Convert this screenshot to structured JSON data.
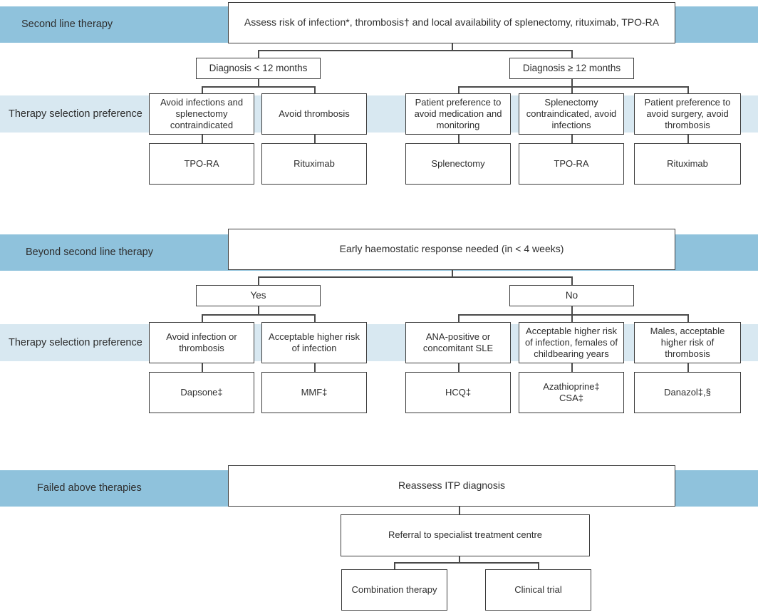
{
  "title": "ITP therapy flowchart",
  "colors": {
    "band_blue": "#8fc2dc",
    "band_light": "#d8e8f1",
    "box_border": "#3d3d3d",
    "connector": "#4a4a4a",
    "text": "#2e2e2e",
    "box_background": "#ffffff"
  },
  "sections": {
    "second_line": {
      "band_label": "Second line therapy",
      "selection_band_label": "Therapy selection preference",
      "root": "Assess risk of infection*, thrombosis† and local availability of splenectomy, rituximab, TPO-RA",
      "branch_left": "Diagnosis < 12 months",
      "branch_right": "Diagnosis ≥ 12 months",
      "columns": [
        {
          "condition": "Avoid infections and splenectomy contraindicated",
          "therapy": "TPO-RA"
        },
        {
          "condition": "Avoid thrombosis",
          "therapy": "Rituximab"
        },
        {
          "condition": "Patient preference to avoid medication and monitoring",
          "therapy": "Splenectomy"
        },
        {
          "condition": "Splenectomy contraindicated, avoid infections",
          "therapy": "TPO-RA"
        },
        {
          "condition": "Patient preference to avoid surgery, avoid thrombosis",
          "therapy": "Rituximab"
        }
      ]
    },
    "beyond_second_line": {
      "band_label": "Beyond second line therapy",
      "selection_band_label": "Therapy selection preference",
      "root": "Early haemostatic response needed (in < 4 weeks)",
      "branch_left": "Yes",
      "branch_right": "No",
      "columns": [
        {
          "condition": "Avoid infection or thrombosis",
          "therapy": "Dapsone‡"
        },
        {
          "condition": "Acceptable higher risk of infection",
          "therapy": "MMF‡"
        },
        {
          "condition": "ANA-positive or concomitant SLE",
          "therapy": "HCQ‡"
        },
        {
          "condition": "Acceptable higher risk of infection, females of childbearing years",
          "therapy": [
            "Azathioprine‡",
            "CSA‡"
          ]
        },
        {
          "condition": "Males, acceptable higher risk of thrombosis",
          "therapy": "Danazol‡,§"
        }
      ]
    },
    "failed": {
      "band_label": "Failed above therapies",
      "root": "Reassess ITP diagnosis",
      "referral": "Referral to specialist treatment centre",
      "options": [
        "Combination therapy",
        "Clinical trial"
      ]
    }
  }
}
